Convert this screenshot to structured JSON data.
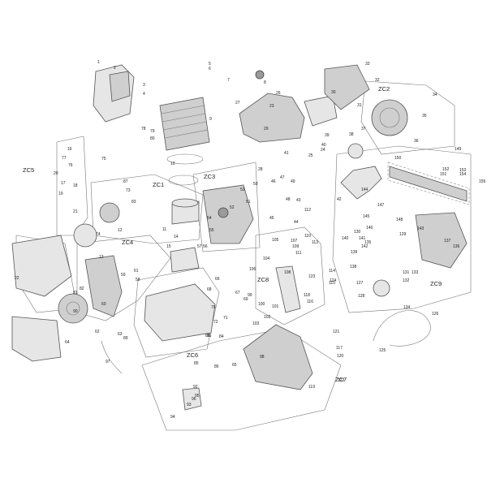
{
  "groups": [
    "ZC1",
    "ZC2",
    "ZC3",
    "ZC4",
    "ZC5",
    "ZC6",
    "ZC7",
    "ZC8",
    "ZC9"
  ],
  "callouts": [
    "1",
    "2",
    "3",
    "4",
    "5",
    "6",
    "7",
    "8",
    "9",
    "10",
    "11",
    "12",
    "13",
    "14",
    "15",
    "16",
    "17",
    "18",
    "19",
    "20",
    "21",
    "22",
    "23",
    "24",
    "25",
    "26",
    "27",
    "28",
    "29",
    "30",
    "31",
    "32",
    "33",
    "34",
    "35",
    "36",
    "37",
    "38",
    "39",
    "40",
    "41",
    "42",
    "43",
    "44",
    "45",
    "46",
    "47",
    "48",
    "49",
    "50",
    "51",
    "52",
    "53",
    "54",
    "55",
    "56",
    "57",
    "58",
    "59",
    "60",
    "61",
    "62",
    "63",
    "64",
    "65",
    "66",
    "67",
    "68",
    "69",
    "70",
    "71",
    "72",
    "73",
    "74",
    "75",
    "76",
    "77",
    "78",
    "79",
    "80",
    "81",
    "82",
    "83",
    "84",
    "85",
    "86",
    "87",
    "88",
    "89",
    "90",
    "91",
    "92",
    "93",
    "94",
    "95",
    "96",
    "97",
    "98",
    "99",
    "100",
    "101",
    "102",
    "103",
    "104",
    "105",
    "106",
    "107",
    "108",
    "109",
    "110",
    "111",
    "112",
    "113",
    "114",
    "115",
    "116",
    "117",
    "118",
    "119",
    "120",
    "121",
    "122",
    "123",
    "124",
    "125",
    "126",
    "127",
    "128",
    "129",
    "130",
    "131",
    "132",
    "133",
    "134",
    "135",
    "136",
    "137",
    "138",
    "139",
    "140",
    "141",
    "142",
    "143",
    "144",
    "145",
    "146",
    "147",
    "148",
    "149",
    "150",
    "151",
    "152",
    "153",
    "154",
    "155"
  ]
}
